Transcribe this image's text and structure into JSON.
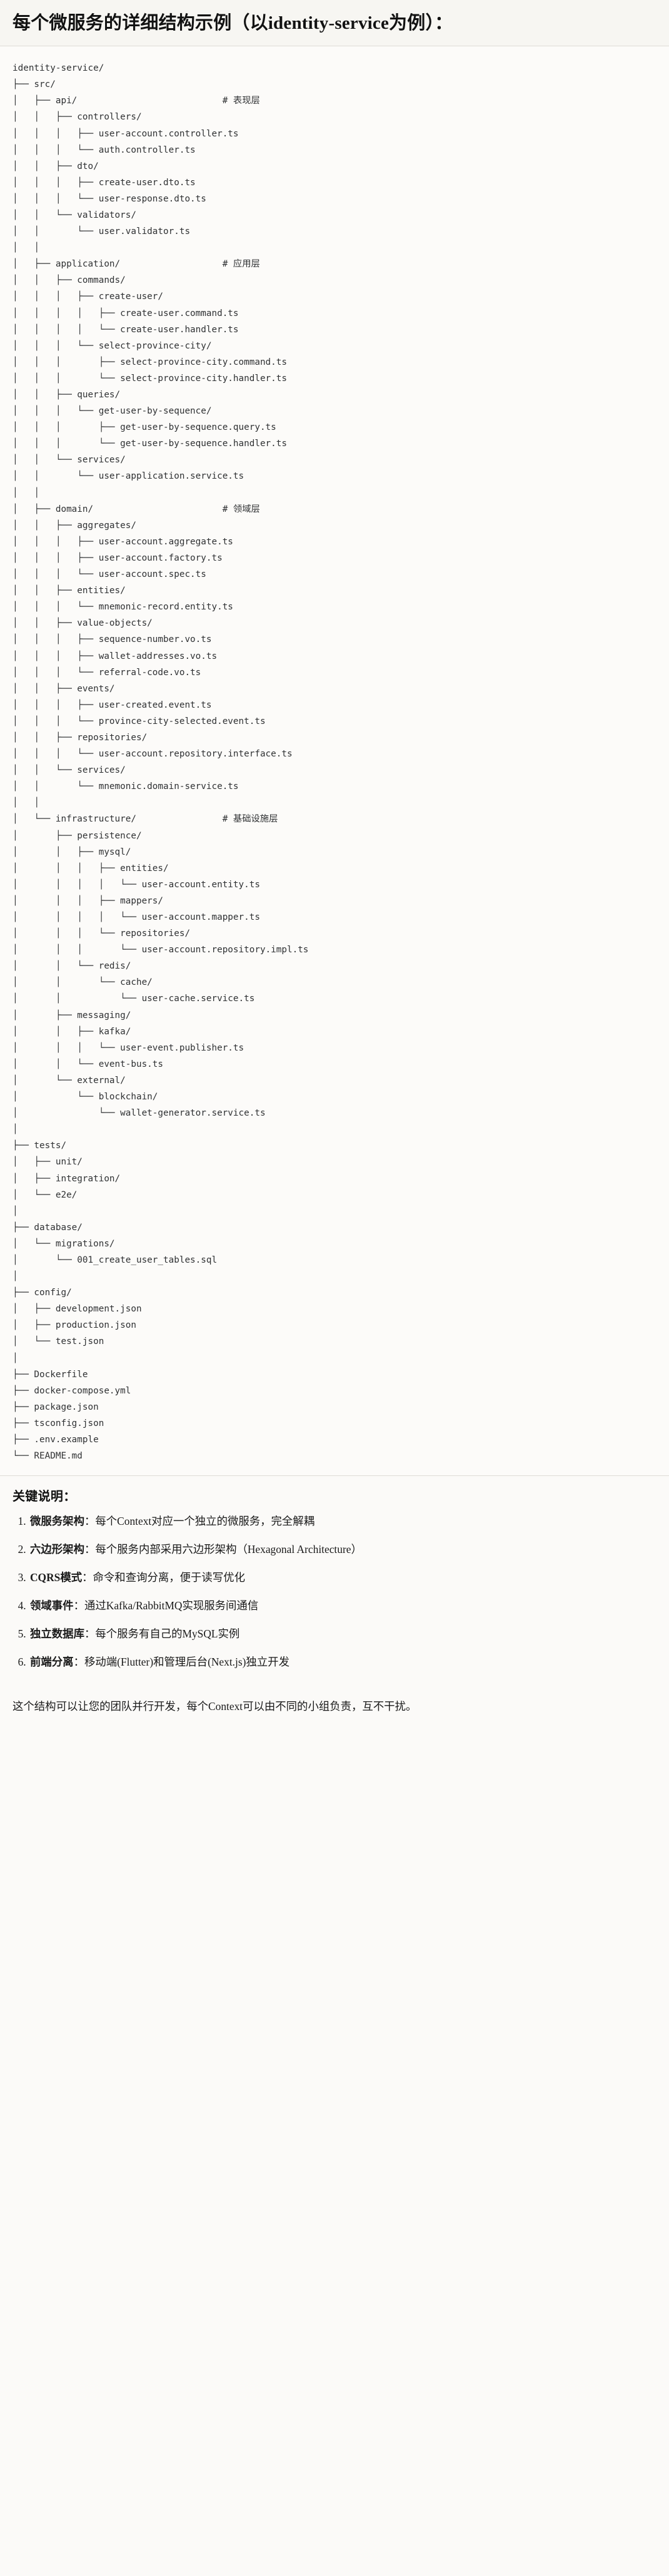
{
  "document": {
    "title": "每个微服务的详细结构示例（以identity-service为例）：",
    "tree_text": "identity-service/\n├── src/\n│   ├── api/                           # 表现层\n│   │   ├── controllers/\n│   │   │   ├── user-account.controller.ts\n│   │   │   └── auth.controller.ts\n│   │   ├── dto/\n│   │   │   ├── create-user.dto.ts\n│   │   │   └── user-response.dto.ts\n│   │   └── validators/\n│   │       └── user.validator.ts\n│   │\n│   ├── application/                   # 应用层\n│   │   ├── commands/\n│   │   │   ├── create-user/\n│   │   │   │   ├── create-user.command.ts\n│   │   │   │   └── create-user.handler.ts\n│   │   │   └── select-province-city/\n│   │   │       ├── select-province-city.command.ts\n│   │   │       └── select-province-city.handler.ts\n│   │   ├── queries/\n│   │   │   └── get-user-by-sequence/\n│   │   │       ├── get-user-by-sequence.query.ts\n│   │   │       └── get-user-by-sequence.handler.ts\n│   │   └── services/\n│   │       └── user-application.service.ts\n│   │\n│   ├── domain/                        # 领域层\n│   │   ├── aggregates/\n│   │   │   ├── user-account.aggregate.ts\n│   │   │   ├── user-account.factory.ts\n│   │   │   └── user-account.spec.ts\n│   │   ├── entities/\n│   │   │   └── mnemonic-record.entity.ts\n│   │   ├── value-objects/\n│   │   │   ├── sequence-number.vo.ts\n│   │   │   ├── wallet-addresses.vo.ts\n│   │   │   └── referral-code.vo.ts\n│   │   ├── events/\n│   │   │   ├── user-created.event.ts\n│   │   │   └── province-city-selected.event.ts\n│   │   ├── repositories/\n│   │   │   └── user-account.repository.interface.ts\n│   │   └── services/\n│   │       └── mnemonic.domain-service.ts\n│   │\n│   └── infrastructure/                # 基础设施层\n│       ├── persistence/\n│       │   ├── mysql/\n│       │   │   ├── entities/\n│       │   │   │   └── user-account.entity.ts\n│       │   │   ├── mappers/\n│       │   │   │   └── user-account.mapper.ts\n│       │   │   └── repositories/\n│       │   │       └── user-account.repository.impl.ts\n│       │   └── redis/\n│       │       └── cache/\n│       │           └── user-cache.service.ts\n│       ├── messaging/\n│       │   ├── kafka/\n│       │   │   └── user-event.publisher.ts\n│       │   └── event-bus.ts\n│       └── external/\n│           └── blockchain/\n│               └── wallet-generator.service.ts\n│\n├── tests/\n│   ├── unit/\n│   ├── integration/\n│   └── e2e/\n│\n├── database/\n│   └── migrations/\n│       └── 001_create_user_tables.sql\n│\n├── config/\n│   ├── development.json\n│   ├── production.json\n│   └── test.json\n│\n├── Dockerfile\n├── docker-compose.yml\n├── package.json\n├── tsconfig.json\n├── .env.example\n└── README.md"
  },
  "keypoints": {
    "heading": "关键说明：",
    "items": [
      {
        "term": "微服务架构",
        "sep": "：",
        "desc": "每个Context对应一个独立的微服务，完全解耦"
      },
      {
        "term": "六边形架构",
        "sep": "：",
        "desc": "每个服务内部采用六边形架构（Hexagonal Architecture）"
      },
      {
        "term": "CQRS模式",
        "sep": "：",
        "desc": "命令和查询分离，便于读写优化"
      },
      {
        "term": "领域事件",
        "sep": "：",
        "desc": "通过Kafka/RabbitMQ实现服务间通信"
      },
      {
        "term": "独立数据库",
        "sep": "：",
        "desc": "每个服务有自己的MySQL实例"
      },
      {
        "term": "前端分离",
        "sep": "：",
        "desc": "移动端(Flutter)和管理后台(Next.js)独立开发"
      }
    ],
    "closing": "这个结构可以让您的团队并行开发，每个Context可以由不同的小组负责，互不干扰。"
  }
}
